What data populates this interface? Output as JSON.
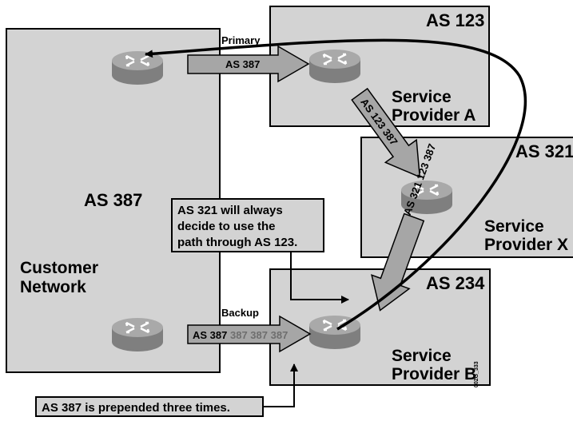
{
  "customer": {
    "as_label": "AS 387",
    "name_line1": "Customer",
    "name_line2": "Network"
  },
  "providers": {
    "a": {
      "as_label": "AS 123",
      "name_line1": "Service",
      "name_line2": "Provider A"
    },
    "x": {
      "as_label": "AS 321",
      "name_line1": "Service",
      "name_line2": "Provider X"
    },
    "b": {
      "as_label": "AS 234",
      "name_line1": "Service",
      "name_line2": "Provider B"
    }
  },
  "links": {
    "primary_label": "Primary",
    "primary_path": "AS 387",
    "backup_label": "Backup",
    "backup_path_first": "AS 387",
    "backup_path_prepended": "387 387 387",
    "a_to_x_path": "AS 123 387",
    "x_to_b_path": "AS 321 123 387"
  },
  "callouts": {
    "decision_line1": "AS 321 will always",
    "decision_line2": "decide to use the",
    "decision_line3": "path through AS 123.",
    "prepend": "AS 387 is prepended three times."
  },
  "figure_id": "002G_333",
  "colors": {
    "box_fill": "#d3d3d3",
    "router_top": "#a9a9a9",
    "router_side": "#7f7f7f",
    "arrow_fill": "#a6a6a6",
    "prepend_text": "#6e6e6e"
  }
}
